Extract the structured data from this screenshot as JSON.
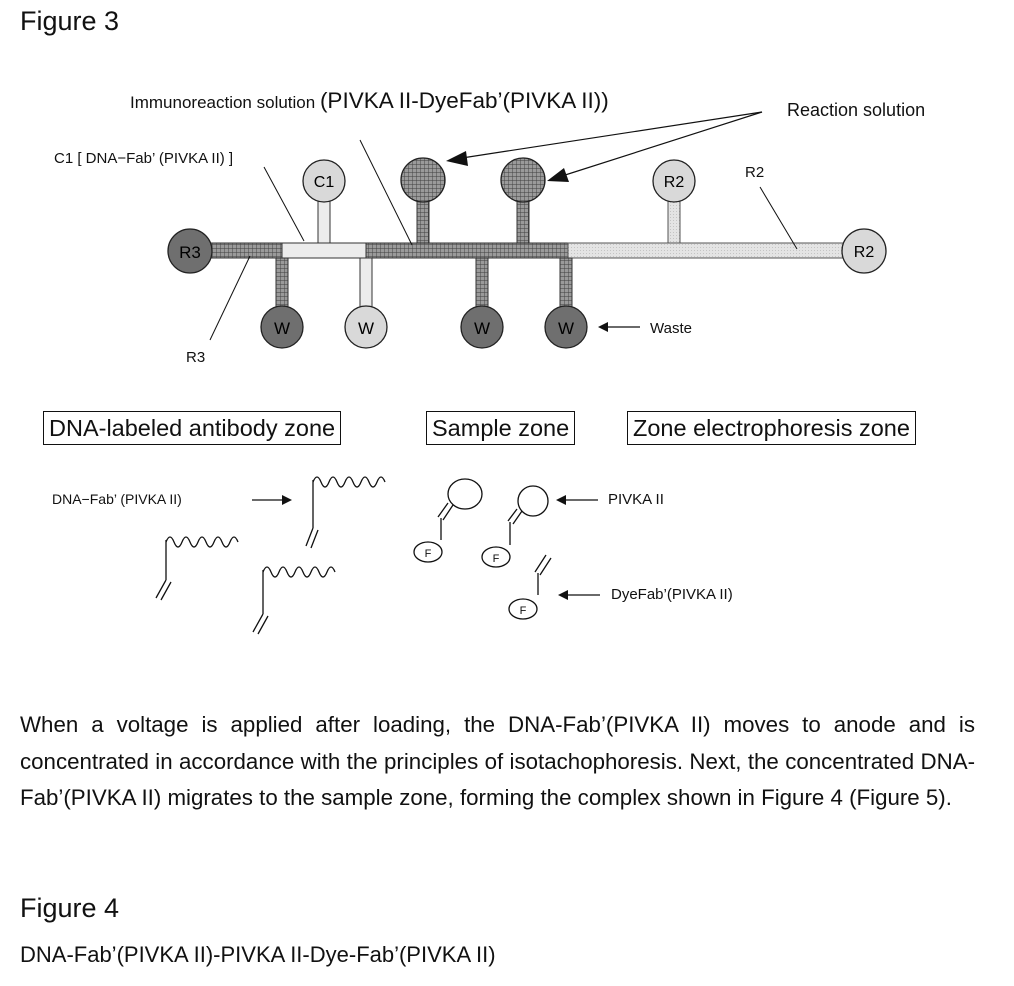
{
  "figure3": {
    "title": "Figure 3",
    "labels": {
      "immuno_prefix": "Immunoreaction solution ",
      "immuno_main": "(PIVKA II-DyeFab’(PIVKA II))",
      "reaction_solution": "Reaction solution",
      "c1_label": "C1 [ DNA−Fab’ (PIVKA II) ]",
      "r2_label": "R2",
      "r3_label": "R3",
      "waste": "Waste"
    },
    "wells": {
      "r3": "R3",
      "c1": "C1",
      "r2_top": "R2",
      "r2_end": "R2",
      "w": "W"
    },
    "zones": {
      "dna": "DNA-labeled antibody zone",
      "sample": "Sample zone",
      "electro": "Zone electrophoresis zone"
    },
    "legend": {
      "dna_fab": "DNA−Fab’ (PIVKA II)",
      "pivka": "PIVKA II",
      "dyefab": "DyeFab’(PIVKA II)",
      "f": "F"
    }
  },
  "paragraph": "When a voltage is applied after loading, the DNA-Fab’(PIVKA II) moves to anode and is concentrated in accordance with the principles of isotachophoresis. Next, the concentrated DNA-Fab’(PIVKA II) migrates to the sample zone, forming the complex shown in Figure 4 (Figure 5).",
  "figure4": {
    "title": "Figure 4",
    "subtitle": "DNA-Fab’(PIVKA II)-PIVKA II-Dye-Fab’(PIVKA II)"
  },
  "colors": {
    "dark_fill": "#6f6f6f",
    "light_fill": "#d9d9d9",
    "channel_light": "#e2e2e2"
  }
}
